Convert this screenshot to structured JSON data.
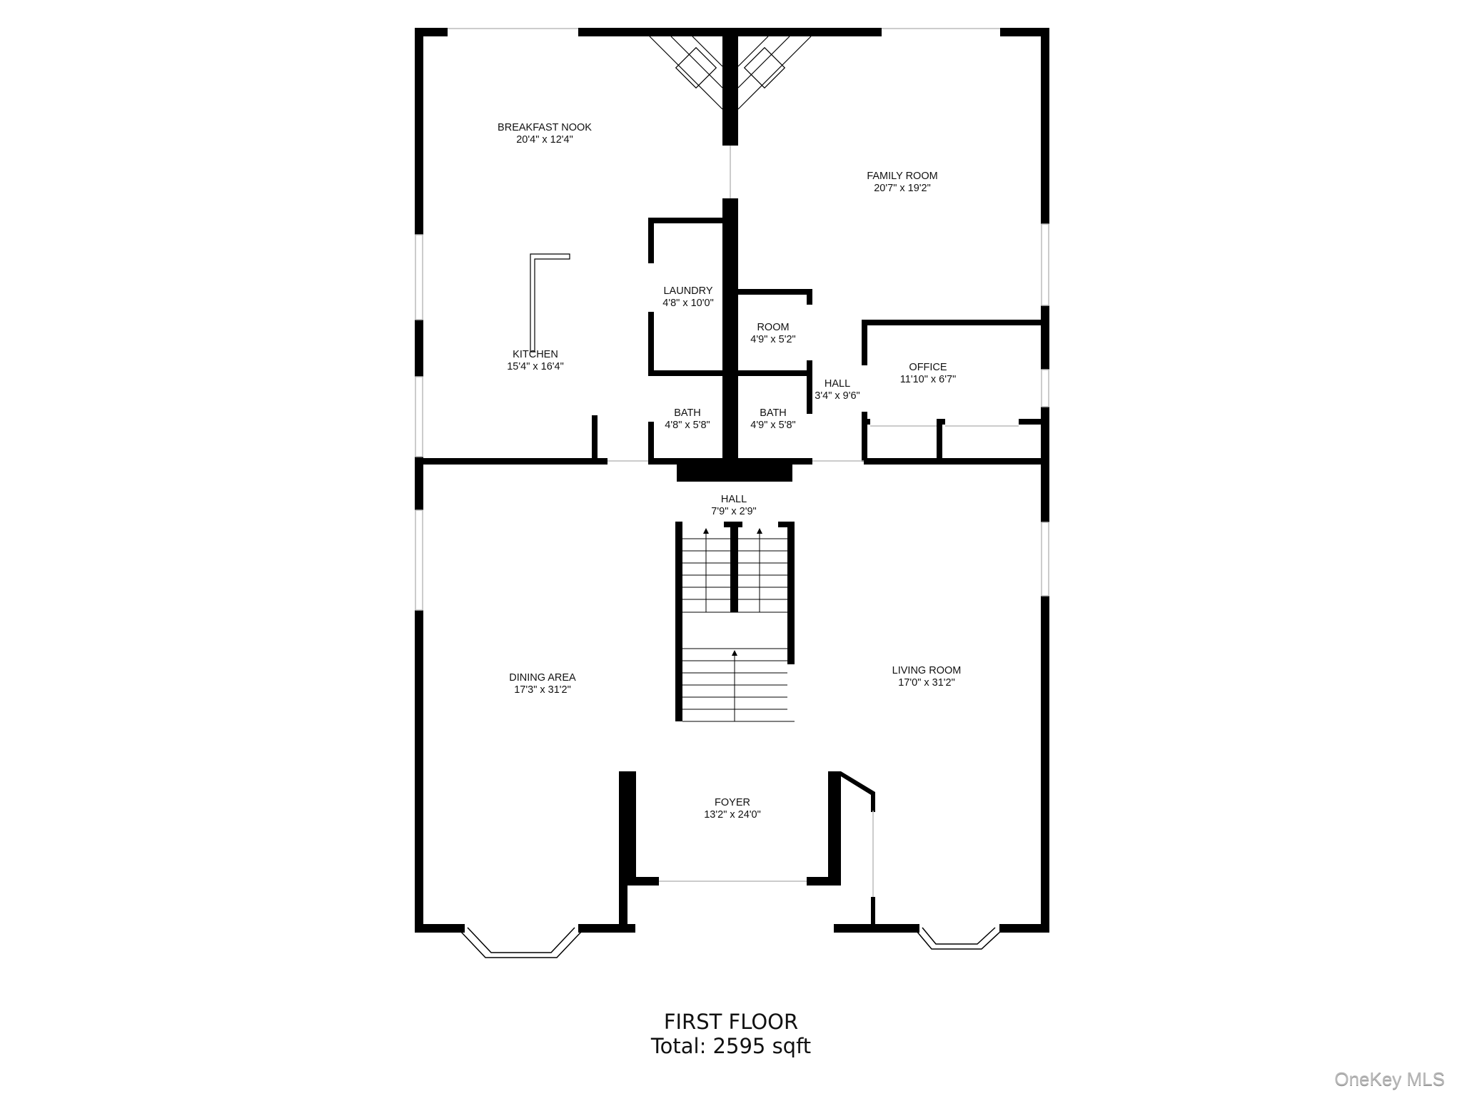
{
  "floor": {
    "title": "FIRST FLOOR",
    "total": "Total: 2595 sqft"
  },
  "rooms": [
    {
      "name": "BREAKFAST NOOK",
      "dims": "20'4\" x 12'4\""
    },
    {
      "name": "FAMILY ROOM",
      "dims": "20'7\" x 19'2\""
    },
    {
      "name": "LAUNDRY",
      "dims": "4'8\" x 10'0\""
    },
    {
      "name": "ROOM",
      "dims": "4'9\" x 5'2\""
    },
    {
      "name": "KITCHEN",
      "dims": "15'4\" x 16'4\""
    },
    {
      "name": "OFFICE",
      "dims": "11'10\" x 6'7\""
    },
    {
      "name": "HALL",
      "dims": "3'4\" x 9'6\""
    },
    {
      "name": "BATH",
      "dims": "4'8\" x 5'8\""
    },
    {
      "name": "BATH",
      "dims": "4'9\" x 5'8\""
    },
    {
      "name": "HALL",
      "dims": "7'9\" x 2'9\""
    },
    {
      "name": "DINING AREA",
      "dims": "17'3\" x 31'2\""
    },
    {
      "name": "LIVING ROOM",
      "dims": "17'0\" x 31'2\""
    },
    {
      "name": "FOYER",
      "dims": "13'2\" x 24'0\""
    }
  ],
  "watermark": "OneKey MLS",
  "colors": {
    "wall": "#000000",
    "background": "#ffffff",
    "text": "#111111",
    "window": "#bbbbbb"
  }
}
